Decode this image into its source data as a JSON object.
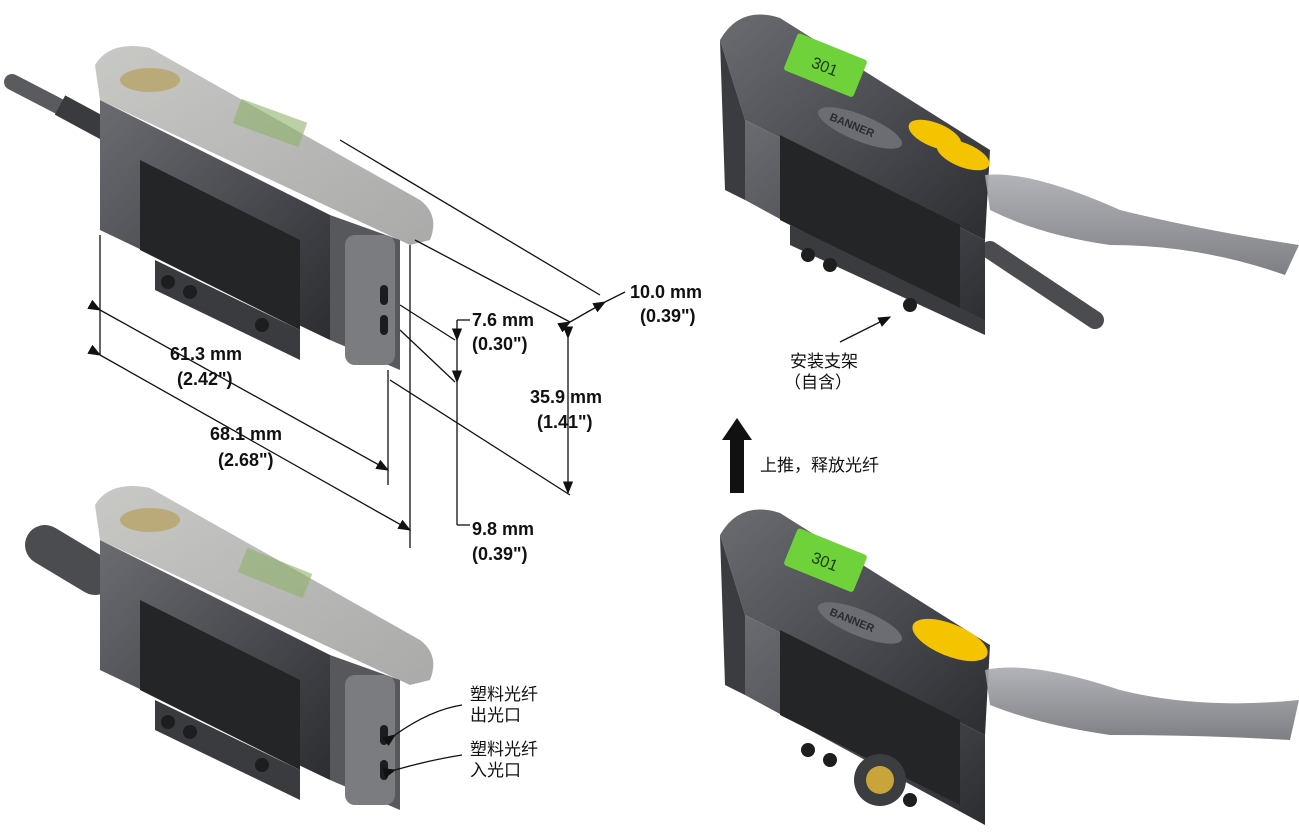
{
  "dimensions": {
    "height_mm": "10.0 mm",
    "height_in": "(0.39\")",
    "top_offset_mm": "7.6 mm",
    "top_offset_in": "(0.30\")",
    "mid_height_mm": "35.9 mm",
    "mid_height_in": "(1.41\")",
    "short_length_mm": "61.3 mm",
    "short_length_in": "(2.42\")",
    "long_length_mm": "68.1 mm",
    "long_length_in": "(2.68\")",
    "bottom_offset_mm": "9.8 mm",
    "bottom_offset_in": "(0.39\")"
  },
  "labels": {
    "bracket_line1": "安装支架",
    "bracket_line2": "（自含）",
    "push_up": "上推，释放光纤",
    "emitter_line1": "塑料光纤",
    "emitter_line2": "出光口",
    "receiver_line1": "塑料光纤",
    "receiver_line2": "入光口"
  },
  "display": {
    "reading": "301",
    "brand": "BANNER"
  },
  "colors": {
    "body": "#4b4d52",
    "body_dark": "#2f3034",
    "display_green": "#6fd23a",
    "button_yellow": "#f5c400",
    "lever": "#8e9095"
  }
}
